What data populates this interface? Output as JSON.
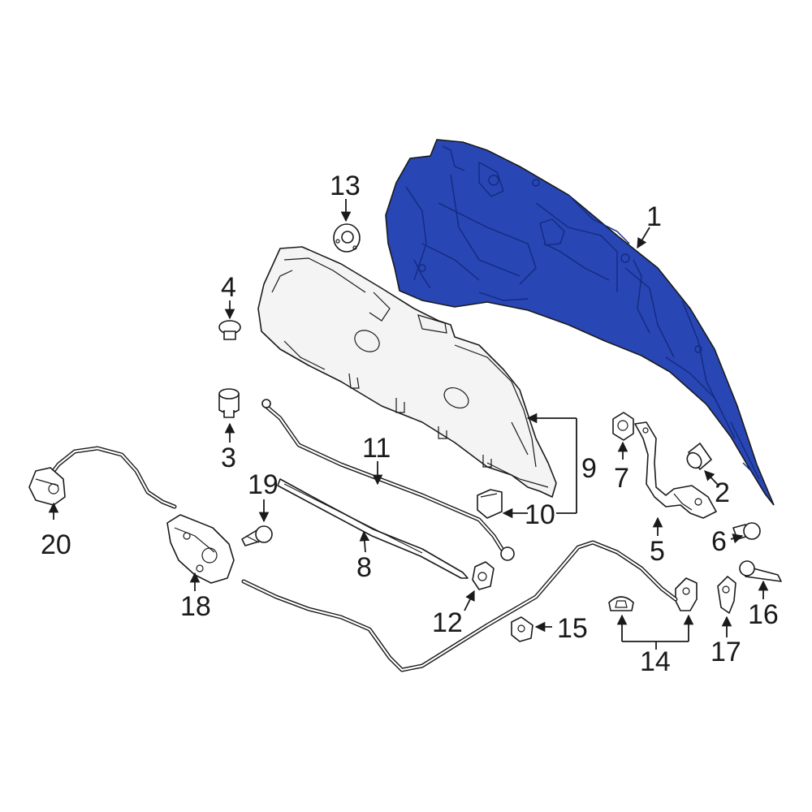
{
  "diagram": {
    "highlight_color": "#2846B4",
    "highlight_detail_color": "#152b80",
    "line_color": "#1a1a1a",
    "callouts": {
      "c1": "1",
      "c2": "2",
      "c3": "3",
      "c4": "4",
      "c5": "5",
      "c6": "6",
      "c7": "7",
      "c8": "8",
      "c9": "9",
      "c10": "10",
      "c11": "11",
      "c12": "12",
      "c13": "13",
      "c14": "14",
      "c15": "15",
      "c16": "16",
      "c17": "17",
      "c18": "18",
      "c19": "19",
      "c20": "20"
    }
  }
}
